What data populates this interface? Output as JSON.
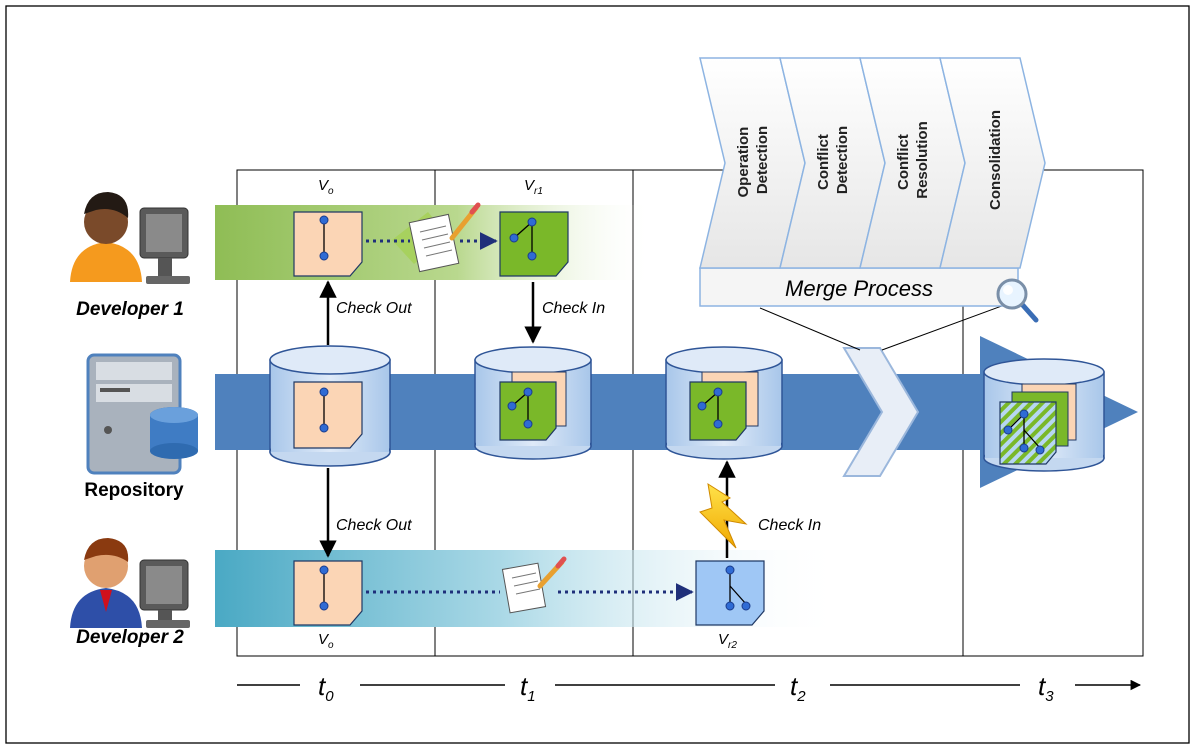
{
  "actors": {
    "developer1": "Developer 1",
    "repository": "Repository",
    "developer2": "Developer 2"
  },
  "versions": {
    "v0_top": {
      "base": "V",
      "sub": "o"
    },
    "vr1": {
      "base": "V",
      "sub": "r1"
    },
    "v0_bottom": {
      "base": "V",
      "sub": "o"
    },
    "vr2": {
      "base": "V",
      "sub": "r2"
    }
  },
  "arrows": {
    "checkout_top": "Check Out",
    "checkin_top": "Check In",
    "checkout_bottom": "Check Out",
    "checkin_bottom": "Check In"
  },
  "merge": {
    "title": "Merge Process",
    "steps": [
      {
        "line1": "Operation",
        "line2": "Detection"
      },
      {
        "line1": "Conflict",
        "line2": "Detection"
      },
      {
        "line1": "Conflict",
        "line2": "Resolution"
      },
      {
        "line1": "Consolidation",
        "line2": ""
      }
    ]
  },
  "timeline": {
    "t0": {
      "base": "t",
      "sub": "0"
    },
    "t1": {
      "base": "t",
      "sub": "1"
    },
    "t2": {
      "base": "t",
      "sub": "2"
    },
    "t3": {
      "base": "t",
      "sub": "3"
    }
  },
  "colors": {
    "repo_band": "#4f81bd",
    "dev1_band": "#92c05a",
    "dev2_band": "#4bacc6",
    "doc_orange": "#fbd5b5",
    "doc_green": "#7ab829",
    "doc_blue": "#9fc7f5",
    "merge_fill": "#f2f2f2",
    "merge_stroke": "#8db4e2"
  }
}
